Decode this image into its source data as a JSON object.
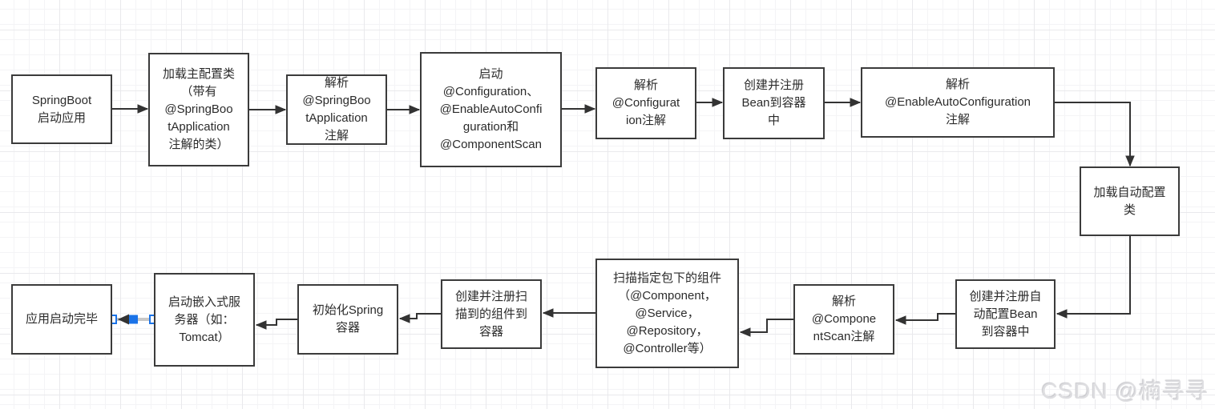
{
  "diagram": {
    "nodes": [
      {
        "label": "SpringBoot\n启动应用"
      },
      {
        "label": "加载主配置类\n（带有\n@SpringBoo\ntApplication\n注解的类）"
      },
      {
        "label": "解析\n@SpringBoo\ntApplication\n注解"
      },
      {
        "label": "启动\n@Configuration、\n@EnableAutoConfi\nguration和\n@ComponentScan"
      },
      {
        "label": "解析\n@Configurat\nion注解"
      },
      {
        "label": "创建并注册\nBean到容器\n中"
      },
      {
        "label": "解析\n@EnableAutoConfiguration\n注解"
      },
      {
        "label": "加载自动配置\n类"
      },
      {
        "label": "创建并注册自\n动配置Bean\n到容器中"
      },
      {
        "label": "解析\n@Compone\nntScan注解"
      },
      {
        "label": "扫描指定包下的组件\n（@Component，\n@Service，\n@Repository，\n@Controller等）"
      },
      {
        "label": "创建并注册扫\n描到的组件到\n容器"
      },
      {
        "label": "初始化Spring\n容器"
      },
      {
        "label": "启动嵌入式服\n务器（如：\nTomcat）"
      },
      {
        "label": "应用启动完毕"
      }
    ],
    "watermark": "CSDN @楠寻寻",
    "colors": {
      "box_border": "#3b3b3b",
      "arrow": "#333333",
      "selection": "#1a73e8",
      "text": "#2b2b2b",
      "grid_minor": "#f4f4f6",
      "grid_major": "#e9e9ec",
      "watermark": "#dedee1"
    }
  }
}
